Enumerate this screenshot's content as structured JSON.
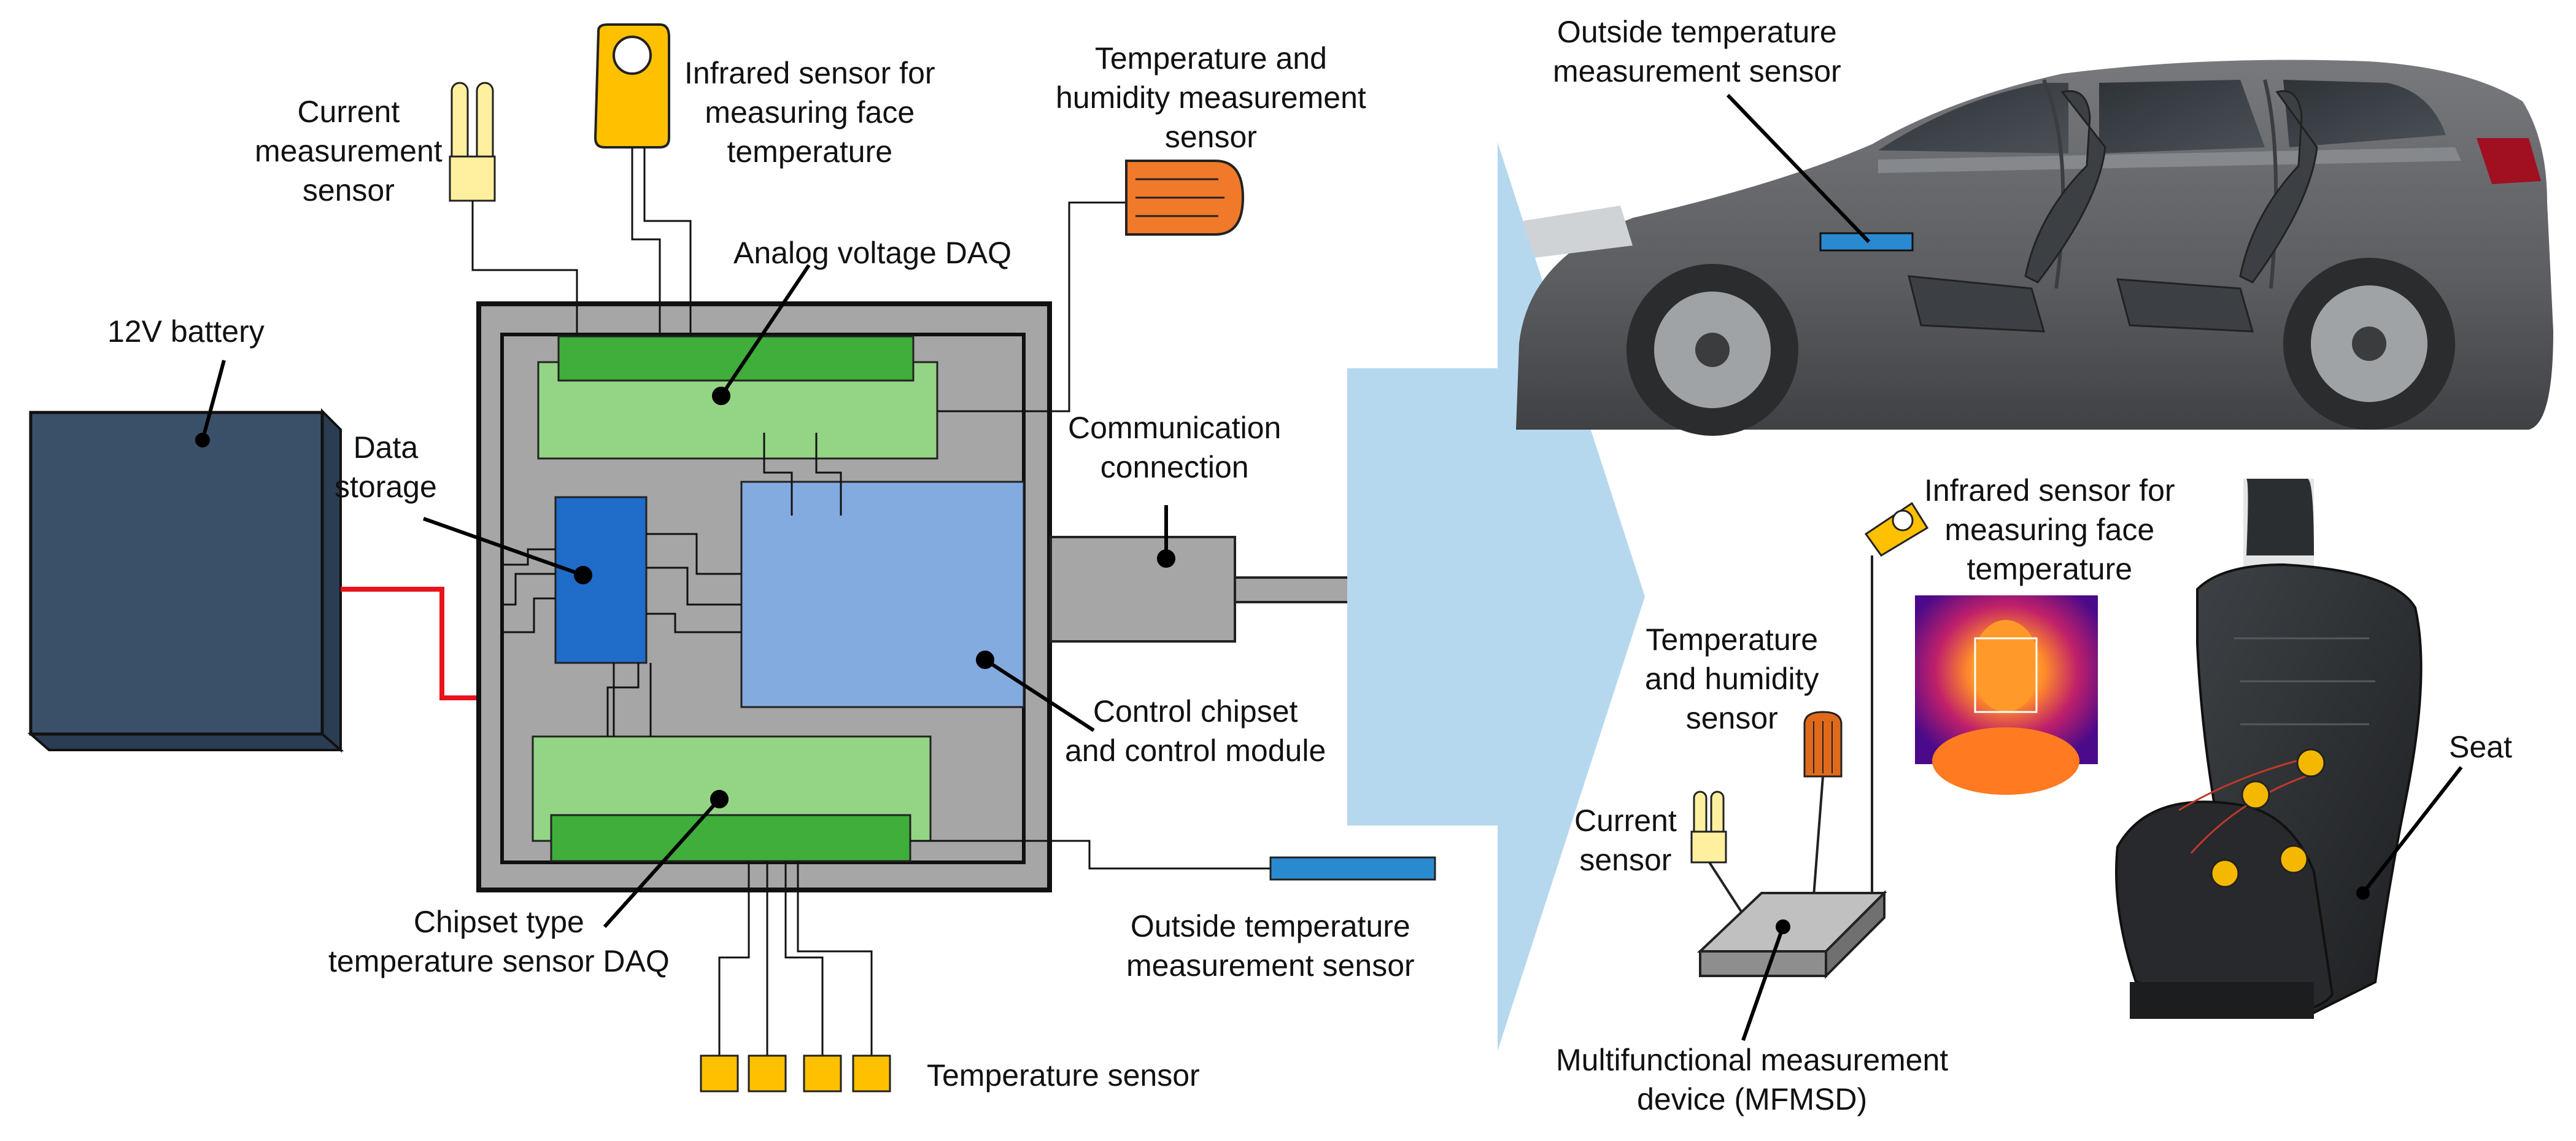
{
  "colors": {
    "battery": "#3a5069",
    "housing_outer": "#a6a6a6",
    "daq_light": "#93d585",
    "daq_dark": "#3fae3a",
    "storage": "#1f6cc9",
    "control": "#84abe0",
    "sensor_yellow": "#ffc000",
    "sensor_orange": "#f07a2a",
    "current_sensor": "#fff0a0",
    "outside_sensor": "#2a8ad0",
    "cable_red": "#e8141c",
    "arrow": "#b6d8ef",
    "car_body": "#5a5c60",
    "seat": "#2b2e31",
    "seat_dot": "#f5b800"
  },
  "left": {
    "battery_label": "12V battery",
    "storage_label": [
      "Data",
      "storage"
    ],
    "current_label": [
      "Current",
      "measurement",
      "sensor"
    ],
    "ir_label": [
      "Infrared sensor for",
      "measuring face",
      "temperature"
    ],
    "th_label": [
      "Temperature and",
      "humidity measurement",
      "sensor"
    ],
    "analog_label": "Analog voltage DAQ",
    "comm_label": [
      "Communication",
      "connection"
    ],
    "control_label": [
      "Control chipset",
      "and control module"
    ],
    "chipset_label": [
      "Chipset type",
      "temperature sensor DAQ"
    ],
    "outside_label": [
      "Outside temperature",
      "measurement sensor"
    ],
    "temp_label": "Temperature sensor"
  },
  "right": {
    "car_outside_label": [
      "Outside temperature",
      "measurement sensor"
    ],
    "ir_label": [
      "Infrared sensor for",
      "measuring face",
      "temperature"
    ],
    "th_label": [
      "Temperature",
      "and humidity",
      "sensor"
    ],
    "current_label": [
      "Current",
      "sensor"
    ],
    "seat_label": "Seat",
    "device_label": [
      "Multifunctional measurement",
      "device (MFMSD)"
    ]
  }
}
